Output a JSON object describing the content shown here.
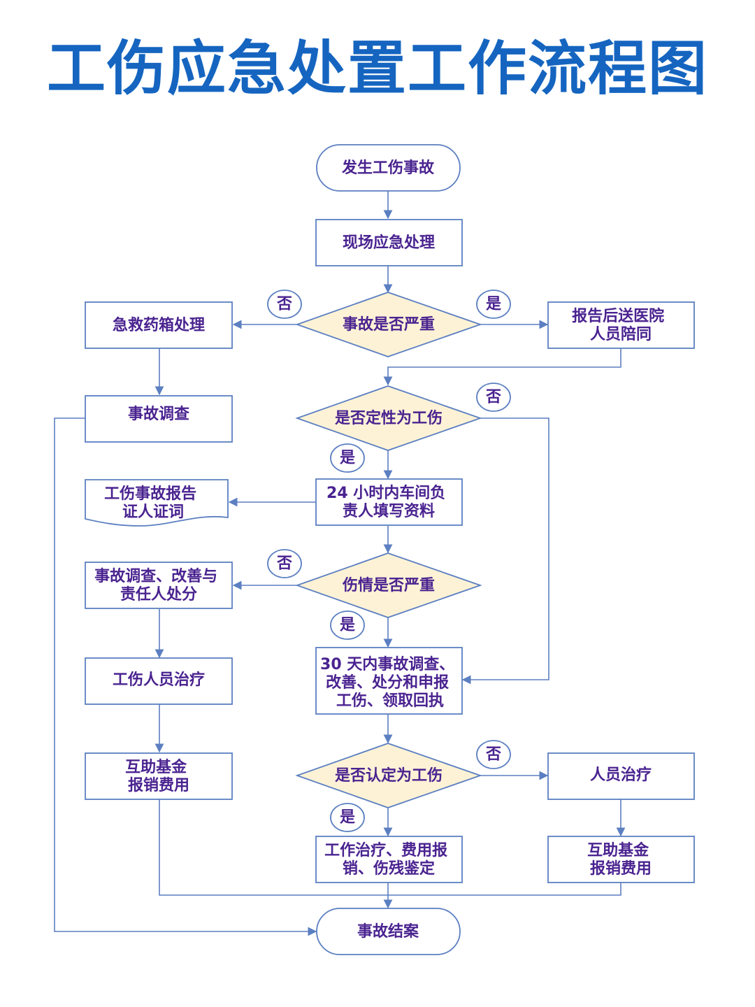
{
  "title": "工伤应急处置工作流程图",
  "colors": {
    "title": "#1565c0",
    "border": "#5b7fc1",
    "text": "#4a2390",
    "diamond_fill": "#fdf2d6",
    "arrow": "#5b7fc1"
  },
  "nodes": {
    "start": [
      "发生工伤事故"
    ],
    "onsite": [
      "现场应急处理"
    ],
    "q_serious": [
      "事故是否严重"
    ],
    "firstaid": [
      "急救药箱处理"
    ],
    "hospital": [
      "报告后送医院",
      "人员陪同"
    ],
    "investigate": [
      "事故调查"
    ],
    "q_define": [
      "是否定性为工伤"
    ],
    "fill_info": [
      "24 小时内车间负",
      "责人填写资料"
    ],
    "report_doc": [
      "工伤事故报告",
      "证人证词"
    ],
    "q_injury": [
      "伤情是否严重"
    ],
    "improve": [
      "事故调查、改善与",
      "责任人处分"
    ],
    "day30": [
      "30 天内事故调查、",
      "改善、处分和申报",
      "工伤、领取回执"
    ],
    "treat": [
      "工伤人员治疗"
    ],
    "fund_left": [
      "互助基金",
      "报销费用"
    ],
    "q_recognize": [
      "是否认定为工伤"
    ],
    "person_treat": [
      "人员治疗"
    ],
    "work_treat": [
      "工作治疗、费用报",
      "销、伤残鉴定"
    ],
    "fund_right": [
      "互助基金",
      "报销费用"
    ],
    "end": [
      "事故结案"
    ]
  },
  "labels": {
    "no": "否",
    "yes": "是"
  }
}
